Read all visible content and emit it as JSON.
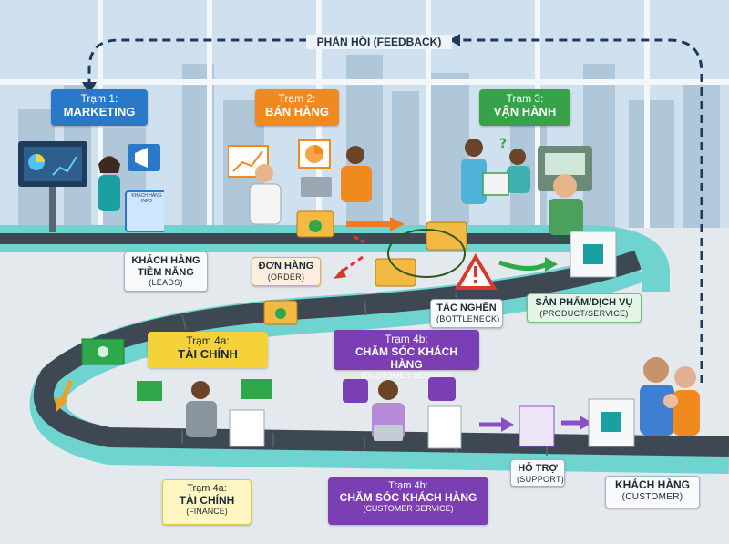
{
  "feedback": {
    "label": "PHẢN HỒI (FEEDBACK)"
  },
  "stations": {
    "s1": {
      "line1": "Trạm 1:",
      "line2": "MARKETING",
      "color": "#2a79c9"
    },
    "s2": {
      "line1": "Trạm 2:",
      "line2": "BÁN HÀNG",
      "color": "#f08a1f"
    },
    "s3": {
      "line1": "Trạm 3:",
      "line2": "VẬN HÀNH",
      "color": "#37a24a"
    },
    "s4a_top": {
      "line1": "Trạm 4a:",
      "line2": "TÀI CHÍNH",
      "color": "#f6d23a"
    },
    "s4b_top": {
      "line1": "Trạm 4b:",
      "line2": "CHĂM SÓC KHÁCH HÀNG",
      "line3": "(CUSTOMER SERVICE)",
      "color": "#7b3fb3"
    },
    "s4a_bottom": {
      "line1": "Trạm 4a:",
      "line2": "TÀI CHÍNH",
      "line3": "(FINANCE)"
    },
    "s4b_bottom": {
      "line1": "Trạm 4b:",
      "line2": "CHĂM SÓC KHÁCH HÀNG",
      "line3": "(CUSTOMER SERVICE)"
    }
  },
  "tags": {
    "leads": {
      "line1": "KHÁCH HÀNG",
      "line2": "TIỀM NĂNG",
      "line3": "(LEADS)"
    },
    "order": {
      "line1": "ĐƠN HÀNG",
      "line2": "(ORDER)"
    },
    "bottleneck": {
      "line1": "TẮC NGHẼN",
      "line2": "(BOTTLENECK)"
    },
    "product": {
      "line1": "SẢN PHẨM/DỊCH VỤ",
      "line2": "(PRODUCT/SERVICE)"
    },
    "support": {
      "line1": "HỖ TRỢ",
      "line2": "(SUPPORT)"
    },
    "customer": {
      "line1": "KHÁCH HÀNG",
      "line2": "(CUSTOMER)"
    }
  },
  "screen_card": {
    "title": "KHÁCH HÀNG INFO"
  },
  "colors": {
    "belt": "#3d4852",
    "belt_side": "#6fd4cf",
    "arrow_orange": "#f07b23",
    "arrow_green": "#2ea84a",
    "arrow_red": "#d9392b",
    "arrow_purple": "#8a4fc7",
    "feedback_line": "#1d3a5c"
  }
}
